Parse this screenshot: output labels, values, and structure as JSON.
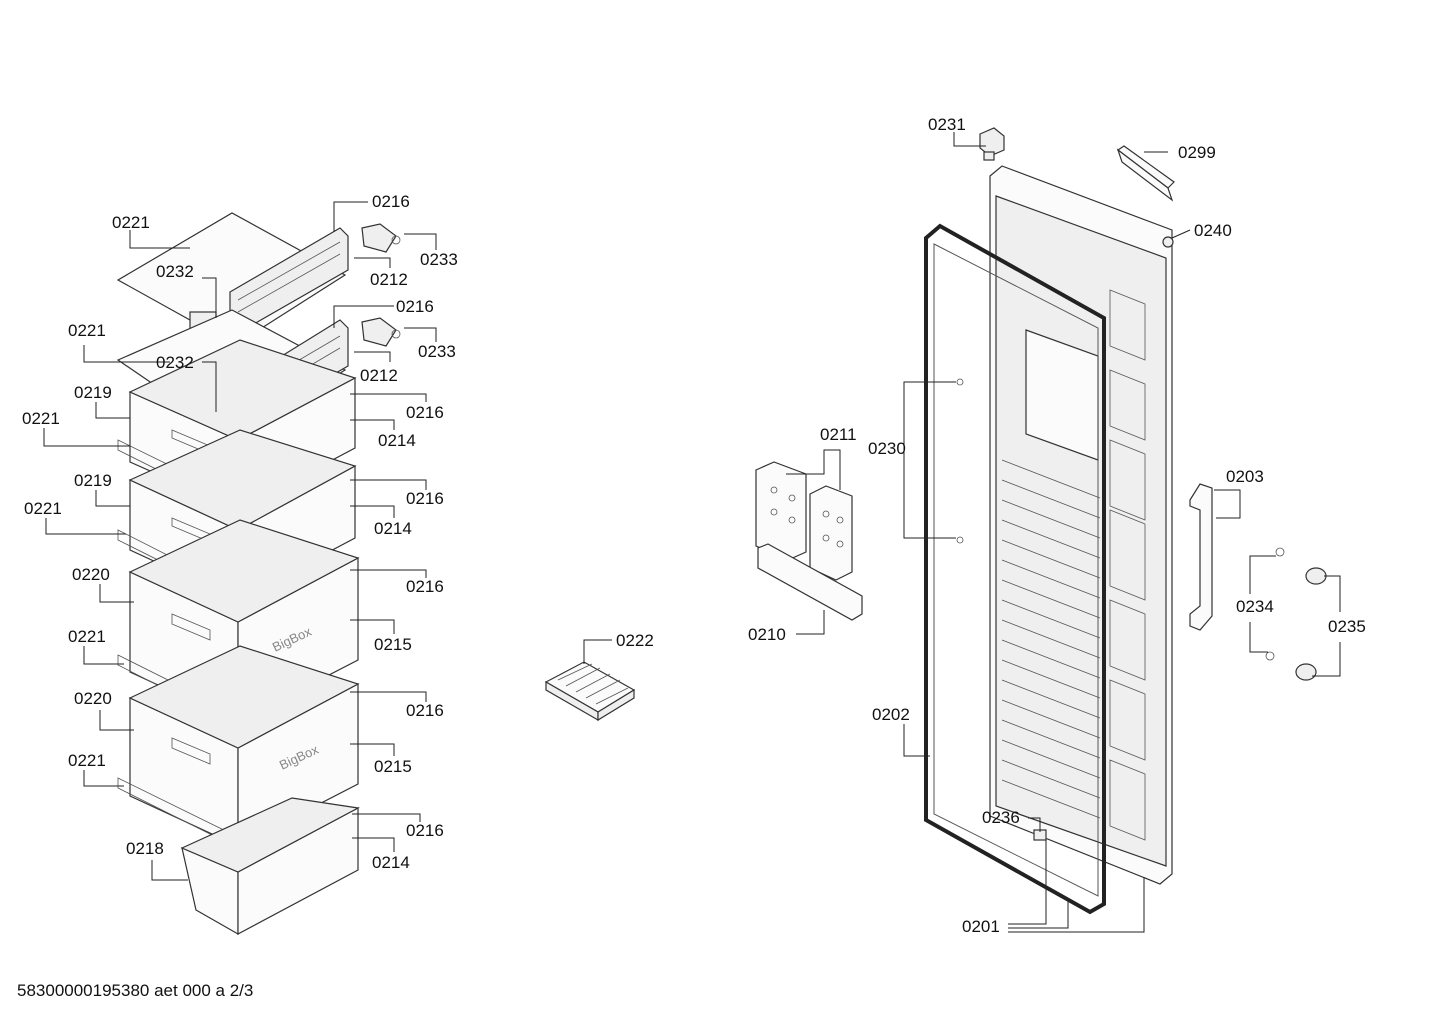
{
  "labels": {
    "l0221a": "0221",
    "l0232a": "0232",
    "l0216a": "0216",
    "l0233a": "0233",
    "l0212a": "0212",
    "l0221b": "0221",
    "l0232b": "0232",
    "l0216b": "0216",
    "l0233b": "0233",
    "l0212b": "0212",
    "l0219a": "0219",
    "l0221c": "0221",
    "l0216c": "0216",
    "l0214a": "0214",
    "l0219b": "0219",
    "l0221d": "0221",
    "l0216d": "0216",
    "l0214b": "0214",
    "l0220a": "0220",
    "l0221e": "0221",
    "l0216e": "0216",
    "l0215a": "0215",
    "l0220b": "0220",
    "l0221f": "0221",
    "l0216f": "0216",
    "l0215b": "0215",
    "l0218": "0218",
    "l0216g": "0216",
    "l0214c": "0214",
    "l0222": "0222",
    "l0211": "0211",
    "l0210": "0210",
    "l0230": "0230",
    "l0202": "0202",
    "l0236": "0236",
    "l0201": "0201",
    "l0231": "0231",
    "l0299": "0299",
    "l0240": "0240",
    "l0203": "0203",
    "l0234": "0234",
    "l0235": "0235"
  },
  "brand_text": {
    "bigbox_1": "BigBox",
    "bigbox_2": "BigBox"
  },
  "footer": {
    "document_id": "58300000195380 aet 000 a 2/3"
  }
}
